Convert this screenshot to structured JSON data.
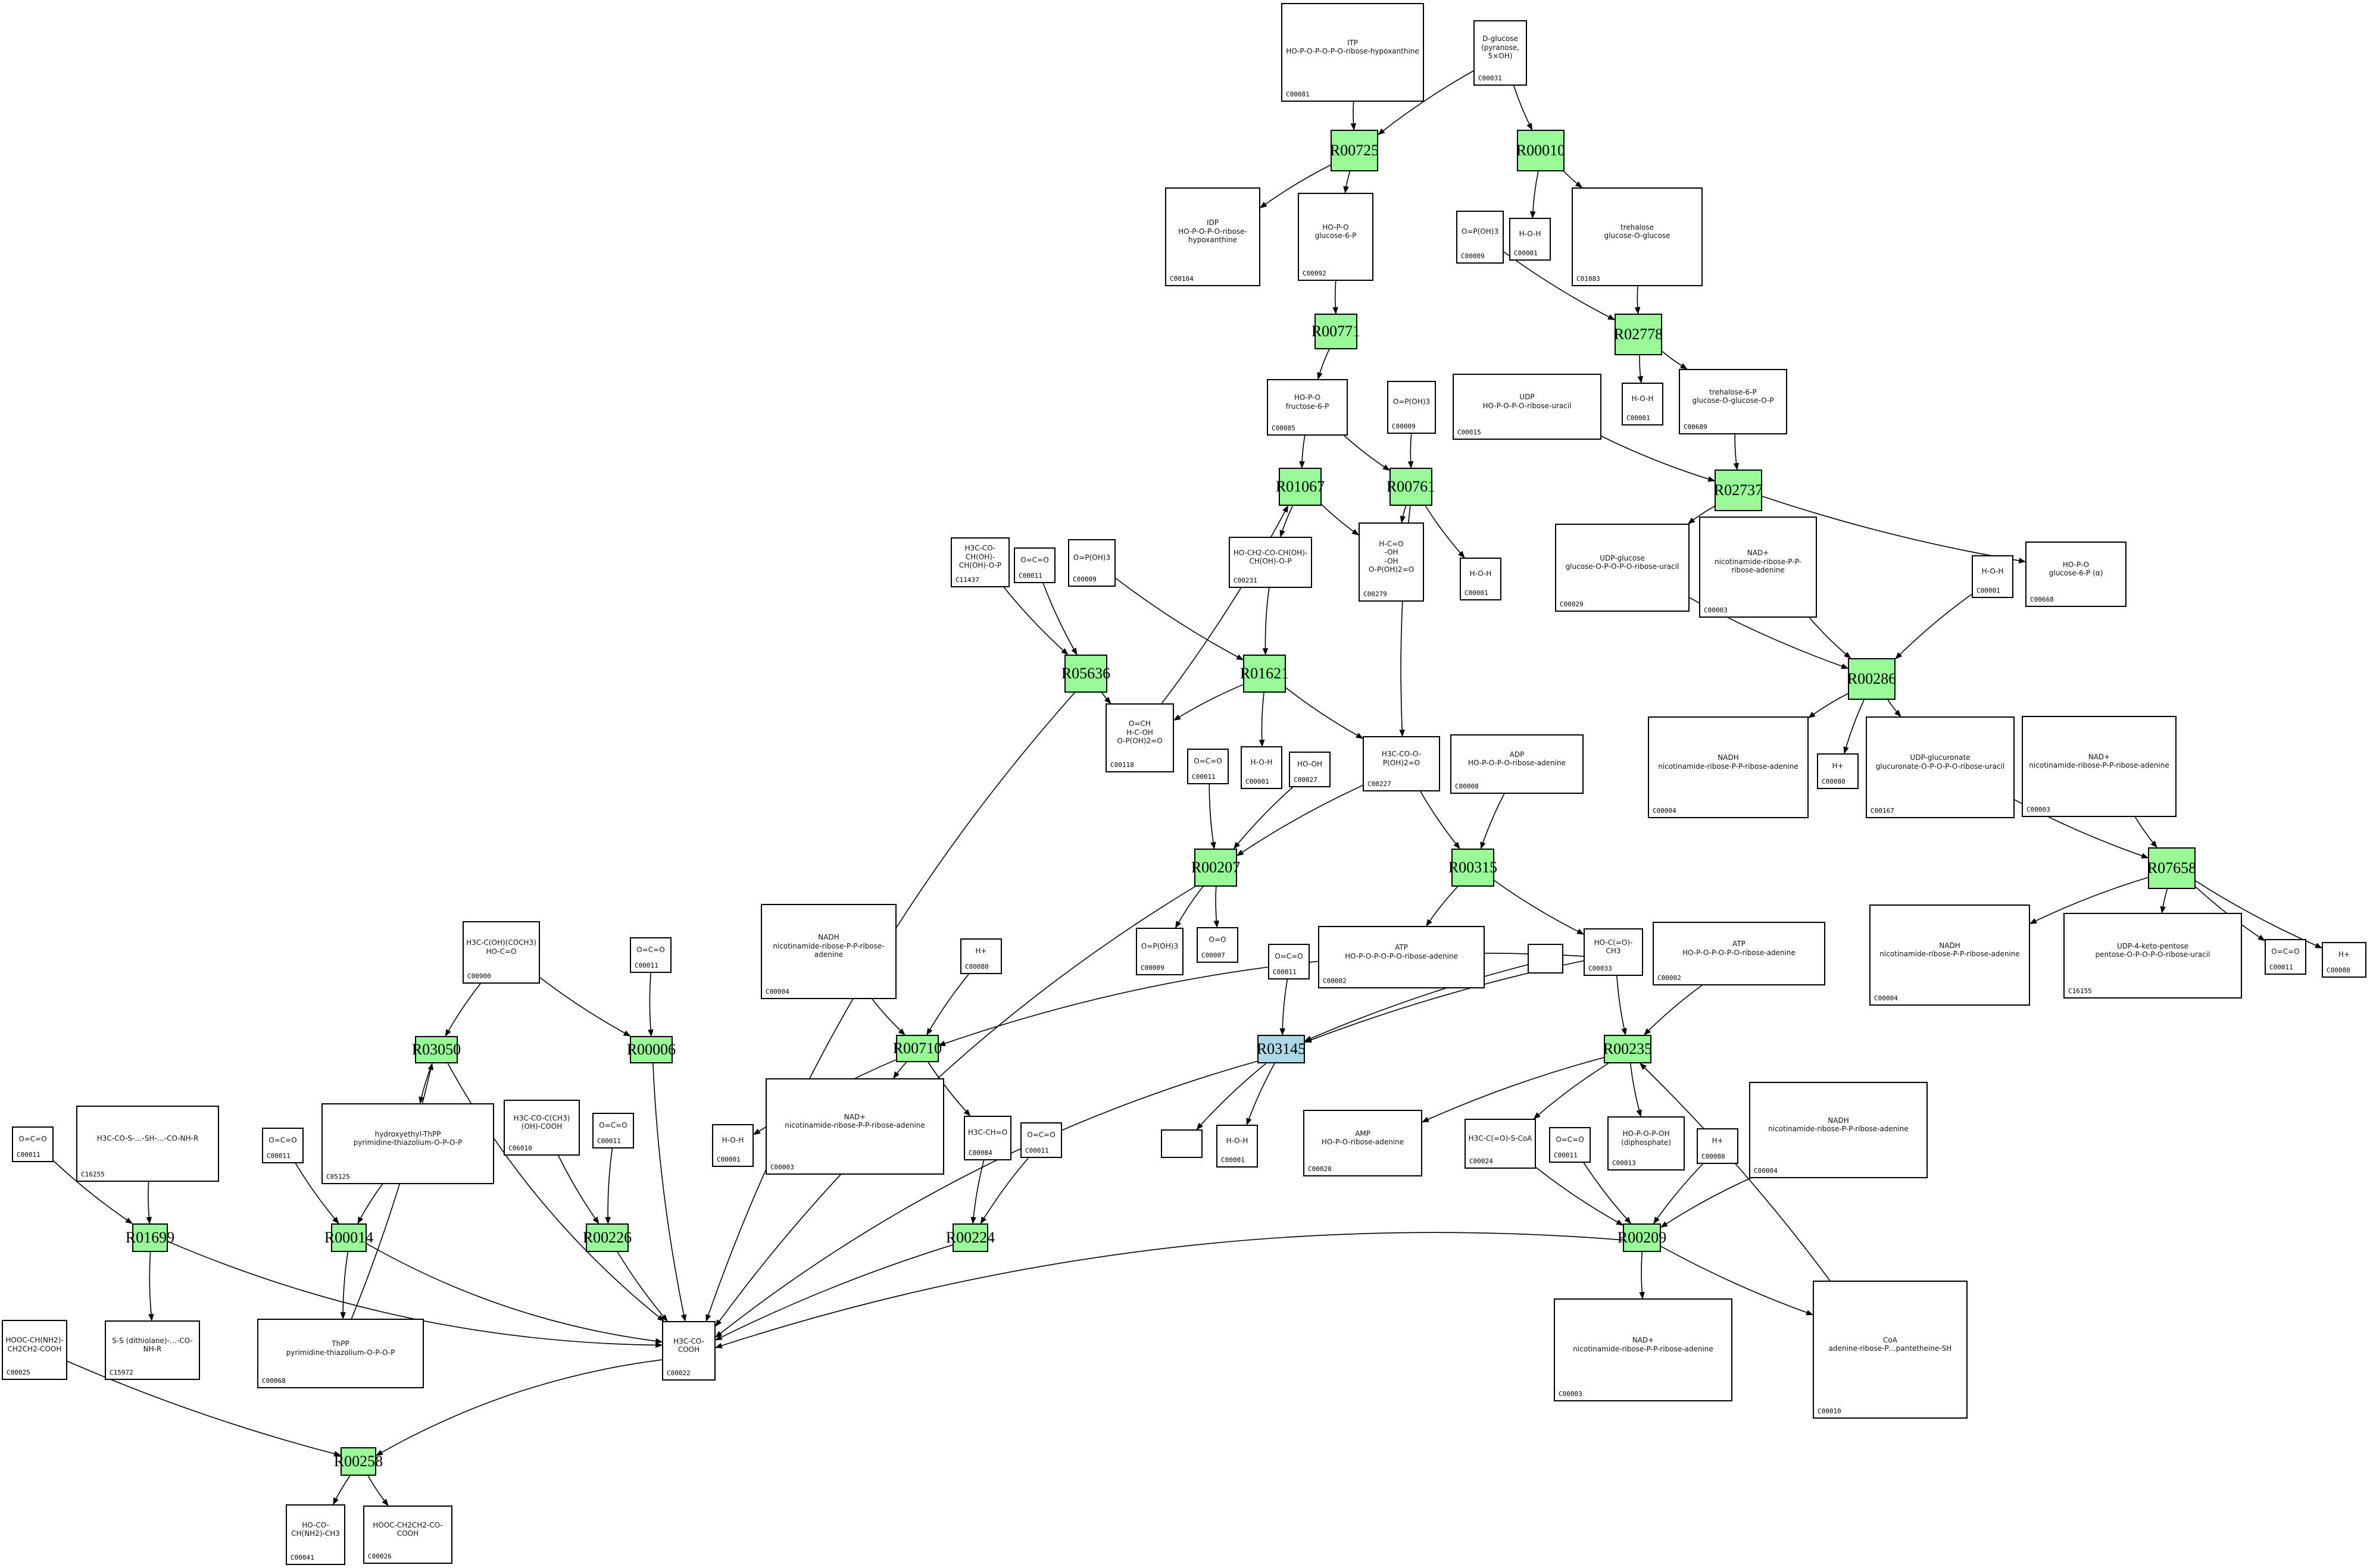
{
  "diagram": {
    "colors": {
      "reaction": "#98fb98",
      "reaction_highlight": "#add8e6",
      "edge": "#000000",
      "border": "#000000"
    },
    "reactions": [
      {
        "key": "R00725",
        "label": "R00725",
        "color": "green"
      },
      {
        "key": "R00010",
        "label": "R00010",
        "color": "green"
      },
      {
        "key": "R00771",
        "label": "R00771",
        "color": "green"
      },
      {
        "key": "R02778",
        "label": "R02778",
        "color": "green"
      },
      {
        "key": "R01067",
        "label": "R01067",
        "color": "green"
      },
      {
        "key": "R00761",
        "label": "R00761",
        "color": "green"
      },
      {
        "key": "R02737",
        "label": "R02737",
        "color": "green"
      },
      {
        "key": "R05636",
        "label": "R05636",
        "color": "green"
      },
      {
        "key": "R01621",
        "label": "R01621",
        "color": "green"
      },
      {
        "key": "R00286",
        "label": "R00286",
        "color": "green"
      },
      {
        "key": "R00207",
        "label": "R00207",
        "color": "green"
      },
      {
        "key": "R00315",
        "label": "R00315",
        "color": "green"
      },
      {
        "key": "R07658",
        "label": "R07658",
        "color": "green"
      },
      {
        "key": "R03050",
        "label": "R03050",
        "color": "green"
      },
      {
        "key": "R00006",
        "label": "R00006",
        "color": "green"
      },
      {
        "key": "R00710",
        "label": "R00710",
        "color": "green"
      },
      {
        "key": "R03145",
        "label": "R03145",
        "color": "blue"
      },
      {
        "key": "R00235",
        "label": "R00235",
        "color": "green"
      },
      {
        "key": "R01699",
        "label": "R01699",
        "color": "green"
      },
      {
        "key": "R00014",
        "label": "R00014",
        "color": "green"
      },
      {
        "key": "R00226",
        "label": "R00226",
        "color": "green"
      },
      {
        "key": "R00224",
        "label": "R00224",
        "color": "green"
      },
      {
        "key": "R00209",
        "label": "R00209",
        "color": "green"
      },
      {
        "key": "R00258",
        "label": "R00258",
        "color": "green"
      }
    ],
    "compounds": [
      {
        "key": "c81",
        "id": "C00081",
        "formula": "ITP\nHO-P-O-P-O-P-O-ribose-hypoxanthine"
      },
      {
        "key": "c31",
        "id": "C00031",
        "formula": "D-glucose\n(pyranose, 5×OH)"
      },
      {
        "key": "c104",
        "id": "C00104",
        "formula": "IDP\nHO-P-O-P-O-ribose-hypoxanthine"
      },
      {
        "key": "c92",
        "id": "C00092",
        "formula": "HO-P-O\nglucose-6-P"
      },
      {
        "key": "c9a",
        "id": "C00009",
        "formula": "O=P(OH)3"
      },
      {
        "key": "c1a",
        "id": "C00001",
        "formula": "H-O-H"
      },
      {
        "key": "c1083",
        "id": "C01083",
        "formula": "trehalose\nglucose-O-glucose"
      },
      {
        "key": "c85",
        "id": "C00085",
        "formula": "HO-P-O\nfructose-6-P"
      },
      {
        "key": "c9b",
        "id": "C00009",
        "formula": "O=P(OH)3"
      },
      {
        "key": "c15",
        "id": "C00015",
        "formula": "UDP\nHO-P-O-P-O-ribose-uracil"
      },
      {
        "key": "c1b",
        "id": "C00001",
        "formula": "H-O-H"
      },
      {
        "key": "c689",
        "id": "C00689",
        "formula": "trehalose-6-P\nglucose-O-glucose-O-P"
      },
      {
        "key": "c1c",
        "id": "C00001",
        "formula": "H-O-H"
      },
      {
        "key": "c11437",
        "id": "C11437",
        "formula": "H3C-CO-CH(OH)-CH(OH)-O-P"
      },
      {
        "key": "c11a",
        "id": "C00011",
        "formula": "O=C=O"
      },
      {
        "key": "c9c",
        "id": "C00009",
        "formula": "O=P(OH)3"
      },
      {
        "key": "c231",
        "id": "C00231",
        "formula": "HO-CH2-CO-CH(OH)-CH(OH)-O-P"
      },
      {
        "key": "c279",
        "id": "C00279",
        "formula": "H-C=O\n-OH\n-OH\nO-P(OH)2=O"
      },
      {
        "key": "c29",
        "id": "C00029",
        "formula": "UDP-glucose\nglucose-O-P-O-P-O-ribose-uracil"
      },
      {
        "key": "c3a",
        "id": "C00003",
        "formula": "NAD+\nnicotinamide-ribose-P-P-ribose-adenine"
      },
      {
        "key": "c1d",
        "id": "C00001",
        "formula": "H-O-H"
      },
      {
        "key": "c668",
        "id": "C00668",
        "formula": "HO-P-O\nglucose-6-P (α)"
      },
      {
        "key": "c118",
        "id": "C00118",
        "formula": "O=CH\nH-C-OH\nO-P(OH)2=O"
      },
      {
        "key": "c11b",
        "id": "C00011",
        "formula": "O=C=O"
      },
      {
        "key": "c1e",
        "id": "C00001",
        "formula": "H-O-H"
      },
      {
        "key": "c27",
        "id": "C00027",
        "formula": "HO-OH"
      },
      {
        "key": "c227",
        "id": "C00227",
        "formula": "H3C-CO-O-P(OH)2=O"
      },
      {
        "key": "c8a",
        "id": "C00008",
        "formula": "ADP\nHO-P-O-P-O-ribose-adenine"
      },
      {
        "key": "c4a",
        "id": "C00004",
        "formula": "NADH\nnicotinamide-ribose-P-P-ribose-adenine"
      },
      {
        "key": "c80a",
        "id": "C00080",
        "formula": "H+"
      },
      {
        "key": "c167",
        "id": "C00167",
        "formula": "UDP-glucuronate\nglucuronate-O-P-O-P-O-ribose-uracil"
      },
      {
        "key": "c3b",
        "id": "C00003",
        "formula": "NAD+\nnicotinamide-ribose-P-P-ribose-adenine"
      },
      {
        "key": "c900",
        "id": "C00900",
        "formula": "H3C-C(OH)(COCH3)\nHO-C=O"
      },
      {
        "key": "c11c",
        "id": "C00011",
        "formula": "O=C=O"
      },
      {
        "key": "c4b",
        "id": "C00004",
        "formula": "NADH\nnicotinamide-ribose-P-P-ribose-adenine"
      },
      {
        "key": "c80b",
        "id": "C00080",
        "formula": "H+"
      },
      {
        "key": "c9d",
        "id": "C00009",
        "formula": "O=P(OH)3"
      },
      {
        "key": "c7",
        "id": "C00007",
        "formula": "O=O"
      },
      {
        "key": "c11d",
        "id": "C00011",
        "formula": "O=C=O"
      },
      {
        "key": "c2a",
        "id": "C00002",
        "formula": "ATP\nHO-P-O-P-O-P-O-ribose-adenine"
      },
      {
        "key": "blank1",
        "id": "",
        "formula": ""
      },
      {
        "key": "c33",
        "id": "C00033",
        "formula": "HO-C(=O)-CH3"
      },
      {
        "key": "c2b",
        "id": "C00002",
        "formula": "ATP\nHO-P-O-P-O-P-O-ribose-adenine"
      },
      {
        "key": "c4c",
        "id": "C00004",
        "formula": "NADH\nnicotinamide-ribose-P-P-ribose-adenine"
      },
      {
        "key": "c16155",
        "id": "C16155",
        "formula": "UDP-4-keto-pentose\npentose-O-P-O-P-O-ribose-uracil"
      },
      {
        "key": "c11e",
        "id": "C00011",
        "formula": "O=C=O"
      },
      {
        "key": "c80c",
        "id": "C00080",
        "formula": "H+"
      },
      {
        "key": "c1f",
        "id": "C00001",
        "formula": "H-O-H"
      },
      {
        "key": "c3c",
        "id": "C00003",
        "formula": "NAD+\nnicotinamide-ribose-P-P-ribose-adenine"
      },
      {
        "key": "c84",
        "id": "C00084",
        "formula": "H3C-CH=O"
      },
      {
        "key": "c11f",
        "id": "C00011",
        "formula": "O=C=O"
      },
      {
        "key": "blank2",
        "id": "",
        "formula": ""
      },
      {
        "key": "c1g",
        "id": "C00001",
        "formula": "H-O-H"
      },
      {
        "key": "c20",
        "id": "C00020",
        "formula": "AMP\nHO-P-O-ribose-adenine"
      },
      {
        "key": "c24",
        "id": "C00024",
        "formula": "H3C-C(=O)-S-CoA"
      },
      {
        "key": "c11g",
        "id": "C00011",
        "formula": "O=C=O"
      },
      {
        "key": "c13",
        "id": "C00013",
        "formula": "HO-P-O-P-OH\n(diphosphate)"
      },
      {
        "key": "c80d",
        "id": "C00080",
        "formula": "H+"
      },
      {
        "key": "c4d",
        "id": "C00004",
        "formula": "NADH\nnicotinamide-ribose-P-P-ribose-adenine"
      },
      {
        "key": "c11h",
        "id": "C00011",
        "formula": "O=C=O"
      },
      {
        "key": "c16255",
        "id": "C16255",
        "formula": "H3C-CO-S-…-SH-…-CO-NH-R"
      },
      {
        "key": "c11i",
        "id": "C00011",
        "formula": "O=C=O"
      },
      {
        "key": "c5125",
        "id": "C05125",
        "formula": "hydroxyethyl-ThPP\npyrimidine-thiazolium-O-P-O-P"
      },
      {
        "key": "c6010",
        "id": "C06010",
        "formula": "H3C-CO-C(CH3)(OH)-COOH"
      },
      {
        "key": "c11j",
        "id": "C00011",
        "formula": "O=C=O"
      },
      {
        "key": "c25",
        "id": "C00025",
        "formula": "HOOC-CH(NH2)-CH2CH2-COOH"
      },
      {
        "key": "c15972",
        "id": "C15972",
        "formula": "S-S (dithiolane)-…-CO-NH-R"
      },
      {
        "key": "c68",
        "id": "C00068",
        "formula": "ThPP\npyrimidine-thiazolium-O-P-O-P"
      },
      {
        "key": "c22",
        "id": "C00022",
        "formula": "H3C-CO-COOH"
      },
      {
        "key": "c3d",
        "id": "C00003",
        "formula": "NAD+\nnicotinamide-ribose-P-P-ribose-adenine"
      },
      {
        "key": "c10",
        "id": "C00010",
        "formula": "CoA\nadenine-ribose-P…pantetheine-SH"
      },
      {
        "key": "c41",
        "id": "C00041",
        "formula": "HO-CO-CH(NH2)-CH3"
      },
      {
        "key": "c26",
        "id": "C00026",
        "formula": "HOOC-CH2CH2-CO-COOH"
      }
    ]
  }
}
